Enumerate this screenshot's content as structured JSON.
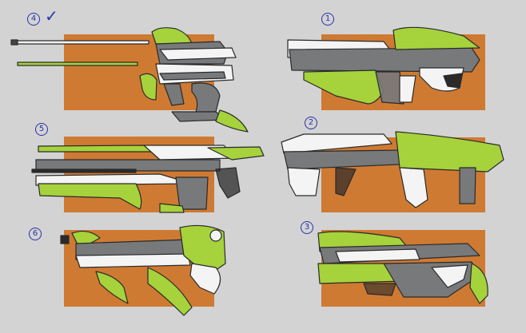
{
  "sheet": {
    "background": "#d3d3d3",
    "panel_color": "#cf7a33",
    "colors": {
      "green": "#a6d23c",
      "gray": "#77797a",
      "white": "#f4f4f4",
      "dark": "#2a2a2a",
      "ink": "#2b2fa8"
    }
  },
  "designs": [
    {
      "id": "design-4",
      "label": "4",
      "approved": true,
      "check": "✓"
    },
    {
      "id": "design-1",
      "label": "1",
      "approved": false
    },
    {
      "id": "design-5",
      "label": "5",
      "approved": false
    },
    {
      "id": "design-2",
      "label": "2",
      "approved": false
    },
    {
      "id": "design-6",
      "label": "6",
      "approved": false
    },
    {
      "id": "design-3",
      "label": "3",
      "approved": false
    }
  ]
}
